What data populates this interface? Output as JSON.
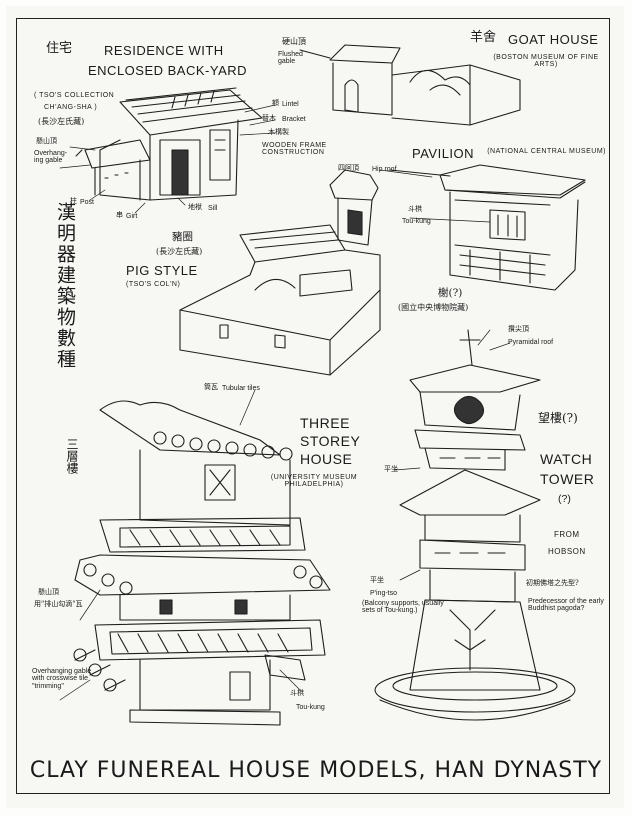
{
  "residence": {
    "zh": "住宅",
    "title1": "RESIDENCE WITH",
    "title2": "ENCLOSED BACK-YARD",
    "collection1": "( TSO'S COLLECTION",
    "collection2": "CH'ANG-SHA )",
    "collection_zh": "(長沙左氏藏)",
    "gable_zh": "懸山頂",
    "gable": "Overhang-ing gable",
    "post_zh": "柱",
    "post": "Post",
    "girt_zh": "串",
    "girt": "Girt",
    "sill_zh": "地袱",
    "sill": "Sill",
    "lintel_zh": "額",
    "lintel": "Lintel",
    "bracket_zh": "替木",
    "bracket": "Bracket",
    "frame_zh": "木構製",
    "frame": "WOODEN FRAME CONSTRUCTION"
  },
  "goat": {
    "zh": "羊舍",
    "title": "GOAT HOUSE",
    "museum": "(BOSTON MUSEUM OF FINE ARTS)",
    "gable_zh": "硬山頂",
    "gable": "Flushed gable"
  },
  "pavilion": {
    "title": "PAVILION",
    "museum": "(NATIONAL CENTRAL MUSEUM)",
    "hip_zh": "四阿頂",
    "hip": "Hip roof",
    "toukung_zh": "斗栱",
    "toukung": "Tou-kung",
    "name_zh": "榭(?)",
    "museum_zh": "(國立中央博物院藏)"
  },
  "pig": {
    "zh": "豬圈",
    "collection_zh": "(長沙左氏藏)",
    "title": "PIG STYLE",
    "collection": "(TSO'S COL'N)"
  },
  "left_title_zh": "漢明器建築物數種",
  "three_storey": {
    "tiles_zh": "筒瓦",
    "tiles": "Tubular tiles",
    "title1": "THREE",
    "title2": "STOREY",
    "title3": "HOUSE",
    "museum": "(UNIVERSITY MUSEUM PHILADELPHIA)",
    "zh": "三層樓",
    "gable_zh": "懸山頂",
    "gable_zh2": "用\"排山勾滴\"瓦",
    "gable": "Overhanging gable with crosswise tile \"trimming\"",
    "toukung_zh": "斗栱",
    "toukung": "Tou-kung"
  },
  "tower": {
    "pyramid_zh": "攢尖頂",
    "pyramid": "Pyramidal roof",
    "zh": "望樓(?)",
    "title1": "WATCH",
    "title2": "TOWER",
    "title3": "(?)",
    "pingtso_zh1": "平坐",
    "pingtso_zh2": "平坐",
    "pingtso": "P'ing-tso",
    "pingtso_note": "(Balcony supports, usually sets of Tou-kung.)",
    "from1": "FROM",
    "from2": "HOBSON",
    "predecessor_zh": "初期佛塔之先型?",
    "predecessor": "Predecessor of the early Buddhist pagoda?"
  },
  "main_title": "CLAY FUNEREAL HOUSE MODELS, HAN DYNASTY"
}
